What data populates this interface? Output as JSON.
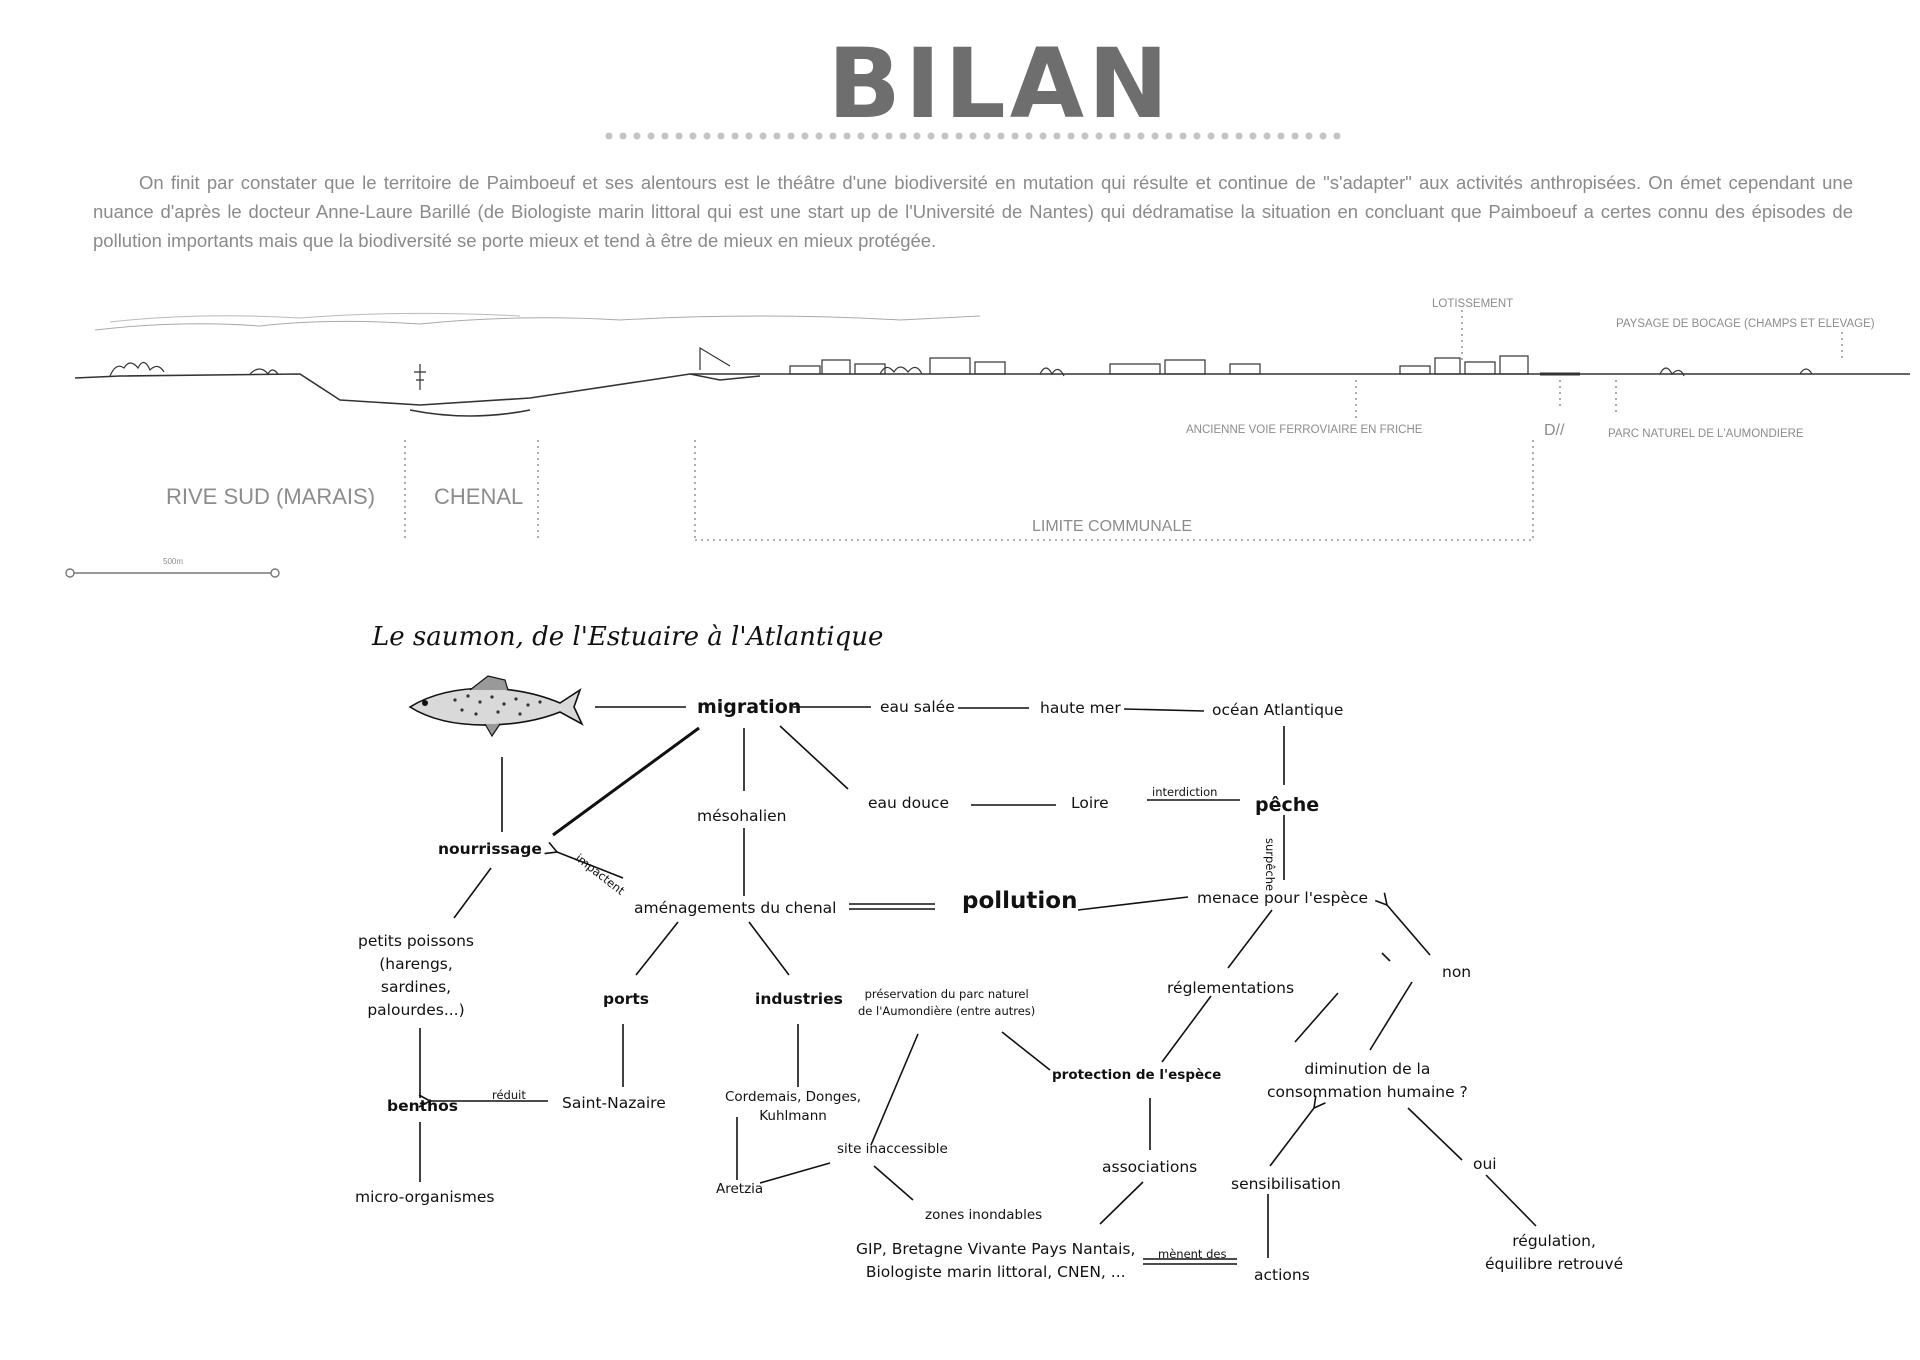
{
  "title": "BILAN",
  "intro": "On finit par constater que le territoire de Paimboeuf et ses alentours est le théâtre d'une biodiversité en mutation qui résulte et continue de \"s'adapter\" aux activités anthropisées. On émet cependant une nuance d'après le docteur Anne-Laure Barillé (de Biologiste marin littoral qui est une start up de l'Université de Nantes) qui dédramatise la situation en concluant que Paimboeuf a certes connu des épisodes de pollution importants mais que la biodiversité se porte mieux et tend à être de mieux en mieux protégée.",
  "section": {
    "lotissement": "LOTISSEMENT",
    "bocage": "PAYSAGE DE BOCAGE (CHAMPS ET ELEVAGE)",
    "voie": "ANCIENNE VOIE FERROVIAIRE EN FRICHE",
    "d": "D//",
    "parc": "PARC NATUREL DE L'AUMONDIERE",
    "rive": "RIVE SUD (MARAIS)",
    "chenal": "CHENAL",
    "limite": "LIMITE COMMUNALE",
    "scale": "500m"
  },
  "map": {
    "title": "Le saumon, de l'Estuaire à l'Atlantique",
    "nodes": {
      "migration": "migration",
      "eau_salee": "eau salée",
      "haute_mer": "haute mer",
      "ocean": "océan Atlantique",
      "mesohalien": "mésohalien",
      "eau_douce": "eau douce",
      "loire": "Loire",
      "interdiction": "interdiction",
      "peche": "pêche",
      "surpeche": "surpêche",
      "nourrissage": "nourrissage",
      "impactent": "impactent",
      "amenagements": "aménagements du chenal",
      "pollution": "pollution",
      "menace": "menace pour l'espèce",
      "petits_poissons": "petits poissons\n(harengs,\nsardines,\npalourdes...)",
      "ports": "ports",
      "industries": "industries",
      "preservation": "préservation du parc naturel\nde l'Aumondière (entre autres)",
      "reglementations": "réglementations",
      "non": "non",
      "benthos": "benthos",
      "reduit": "réduit",
      "saint_nazaire": "Saint-Nazaire",
      "cordemais": "Cordemais, Donges,\nKuhlmann",
      "protection": "protection de l'espèce",
      "diminution": "diminution de la\nconsommation humaine ?",
      "site": "site inaccessible",
      "aretzia": "Aretzia",
      "zones": "zones inondables",
      "associations": "associations",
      "sensibilisation": "sensibilisation",
      "oui": "oui",
      "micro": "micro-organismes",
      "gip": "GIP, Bretagne Vivante Pays Nantais,\nBiologiste marin littoral, CNEN, ...",
      "menent": "mènent des",
      "actions": "actions",
      "regulation": "régulation,\néquilibre retrouvé"
    }
  },
  "colors": {
    "title": "#6e6e6e",
    "text_grey": "#8a8a8a",
    "ink": "#111111"
  }
}
